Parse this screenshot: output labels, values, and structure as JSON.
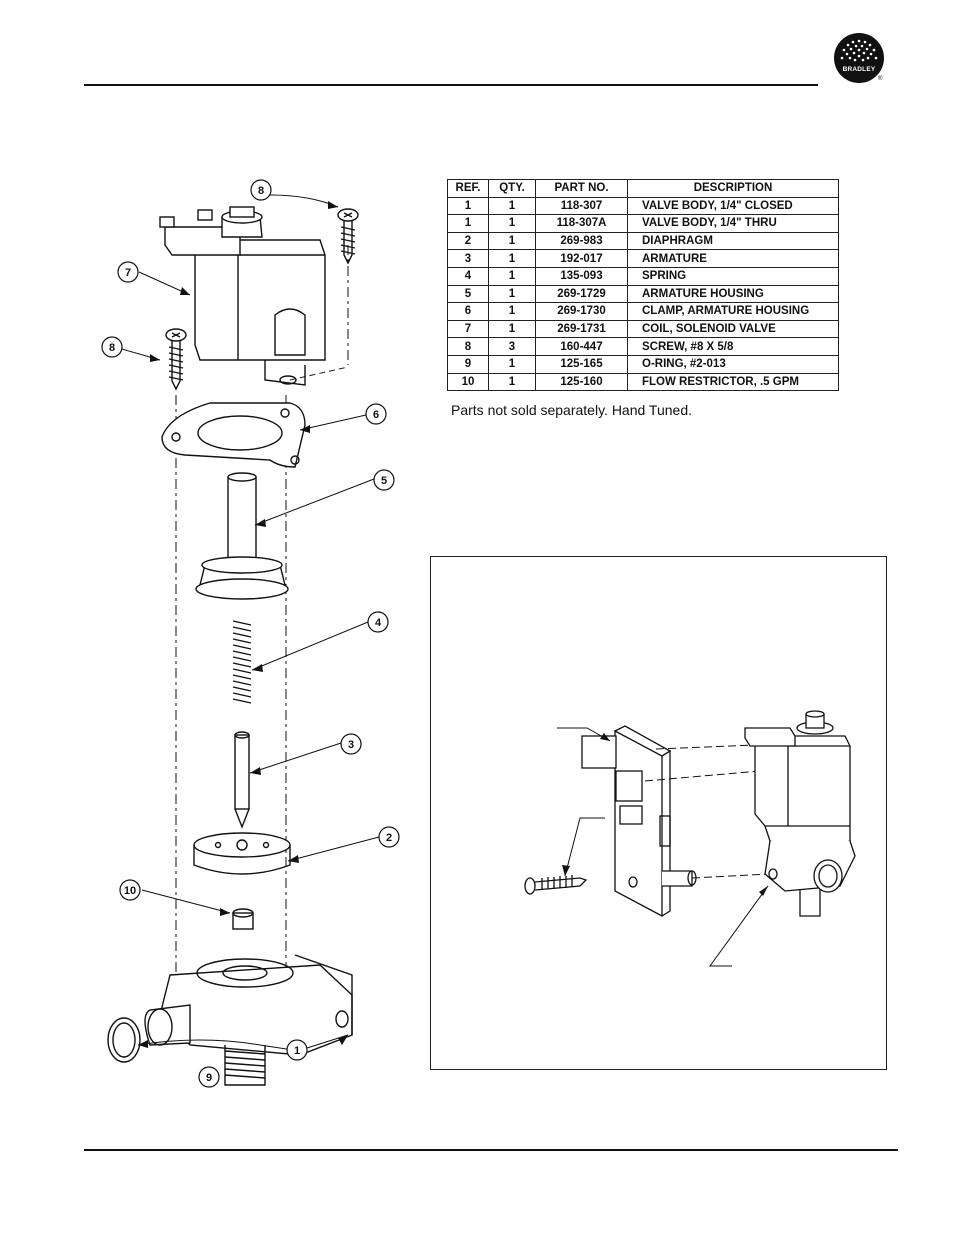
{
  "brand": {
    "logo_text": "BRADLEY",
    "registered": "®"
  },
  "parts_table": {
    "headers": [
      "REF.",
      "QTY.",
      "PART NO.",
      "DESCRIPTION"
    ],
    "rows": [
      [
        "1",
        "1",
        "118-307",
        "VALVE BODY, 1/4\" CLOSED"
      ],
      [
        "1",
        "1",
        "118-307A",
        "VALVE BODY, 1/4\" THRU"
      ],
      [
        "2",
        "1",
        "269-983",
        "DIAPHRAGM"
      ],
      [
        "3",
        "1",
        "192-017",
        "ARMATURE"
      ],
      [
        "4",
        "1",
        "135-093",
        "SPRING"
      ],
      [
        "5",
        "1",
        "269-1729",
        "ARMATURE HOUSING"
      ],
      [
        "6",
        "1",
        "269-1730",
        "CLAMP, ARMATURE HOUSING"
      ],
      [
        "7",
        "1",
        "269-1731",
        "COIL, SOLENOID VALVE"
      ],
      [
        "8",
        "3",
        "160-447",
        "SCREW, #8 X 5/8"
      ],
      [
        "9",
        "1",
        "125-165",
        "O-RING, #2-013"
      ],
      [
        "10",
        "1",
        "125-160",
        "FLOW RESTRICTOR, .5 GPM"
      ]
    ]
  },
  "note": "Parts not sold separately. Hand Tuned.",
  "callouts": [
    "1",
    "2",
    "3",
    "4",
    "5",
    "6",
    "7",
    "8",
    "8",
    "9",
    "10"
  ]
}
